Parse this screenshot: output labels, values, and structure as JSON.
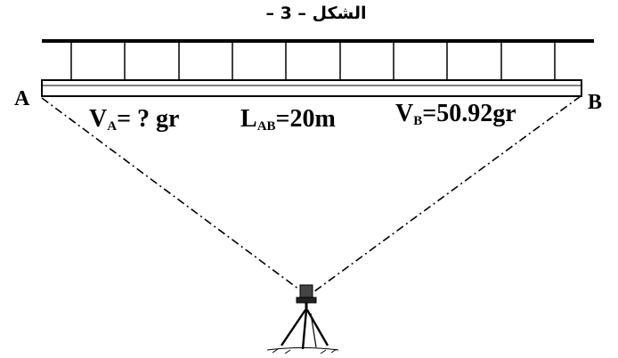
{
  "figure": {
    "title": "الشكل – 3 –",
    "point_a": "A",
    "point_b": "B",
    "va_symbol": "V",
    "va_sub": "A",
    "va_value": "= ? gr",
    "lab_symbol": "L",
    "lab_sub": "AB",
    "lab_value": "=20m",
    "vb_symbol": "V",
    "vb_sub": "B",
    "vb_value": "=50.92gr"
  }
}
